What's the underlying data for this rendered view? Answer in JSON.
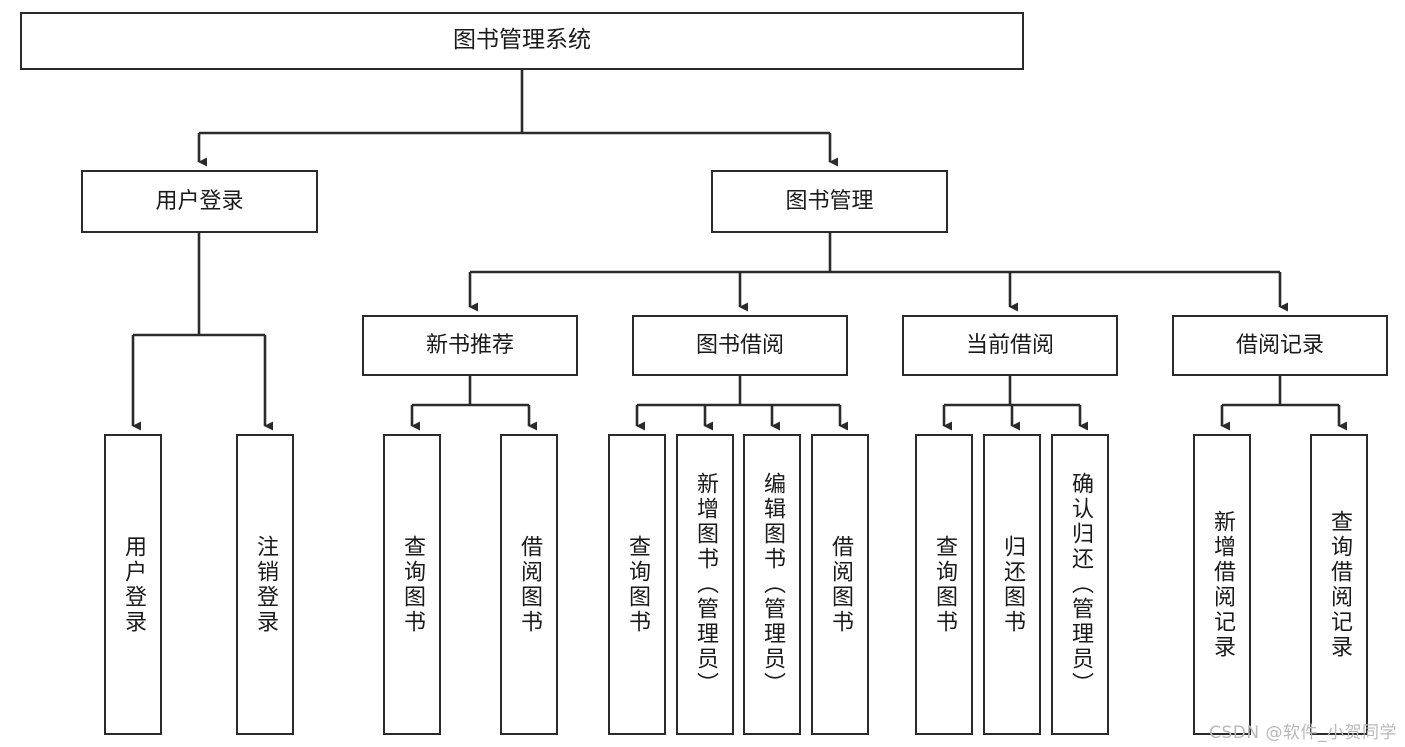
{
  "diagram": {
    "title": "图书管理系统",
    "type": "tree",
    "watermark": "CSDN @软件_小贺同学",
    "colors": {
      "box_border": "#2b2b2b",
      "box_fill": "#ffffff",
      "connector": "#2b2b2b",
      "text": "#1a1a1a",
      "watermark": "#b9b9b9"
    },
    "nodes": {
      "root": {
        "label": "图书管理系统"
      },
      "level2": [
        {
          "label": "用户登录"
        },
        {
          "label": "图书管理"
        }
      ],
      "level3": [
        {
          "label": "新书推荐"
        },
        {
          "label": "图书借阅"
        },
        {
          "label": "当前借阅"
        },
        {
          "label": "借阅记录"
        }
      ],
      "leaves": {
        "user_login": [
          {
            "label": "用户登录"
          },
          {
            "label": "注销登录"
          }
        ],
        "new_book_recommend": [
          {
            "label": "查询图书"
          },
          {
            "label": "借阅图书"
          }
        ],
        "book_borrow": [
          {
            "label": "查询图书"
          },
          {
            "label": "新增图书（管理员）"
          },
          {
            "label": "编辑图书（管理员）"
          },
          {
            "label": "借阅图书"
          }
        ],
        "current_borrow": [
          {
            "label": "查询图书"
          },
          {
            "label": "归还图书"
          },
          {
            "label": "确认归还（管理员）"
          }
        ],
        "borrow_record": [
          {
            "label": "新增借阅记录"
          },
          {
            "label": "查询借阅记录"
          }
        ]
      }
    }
  }
}
